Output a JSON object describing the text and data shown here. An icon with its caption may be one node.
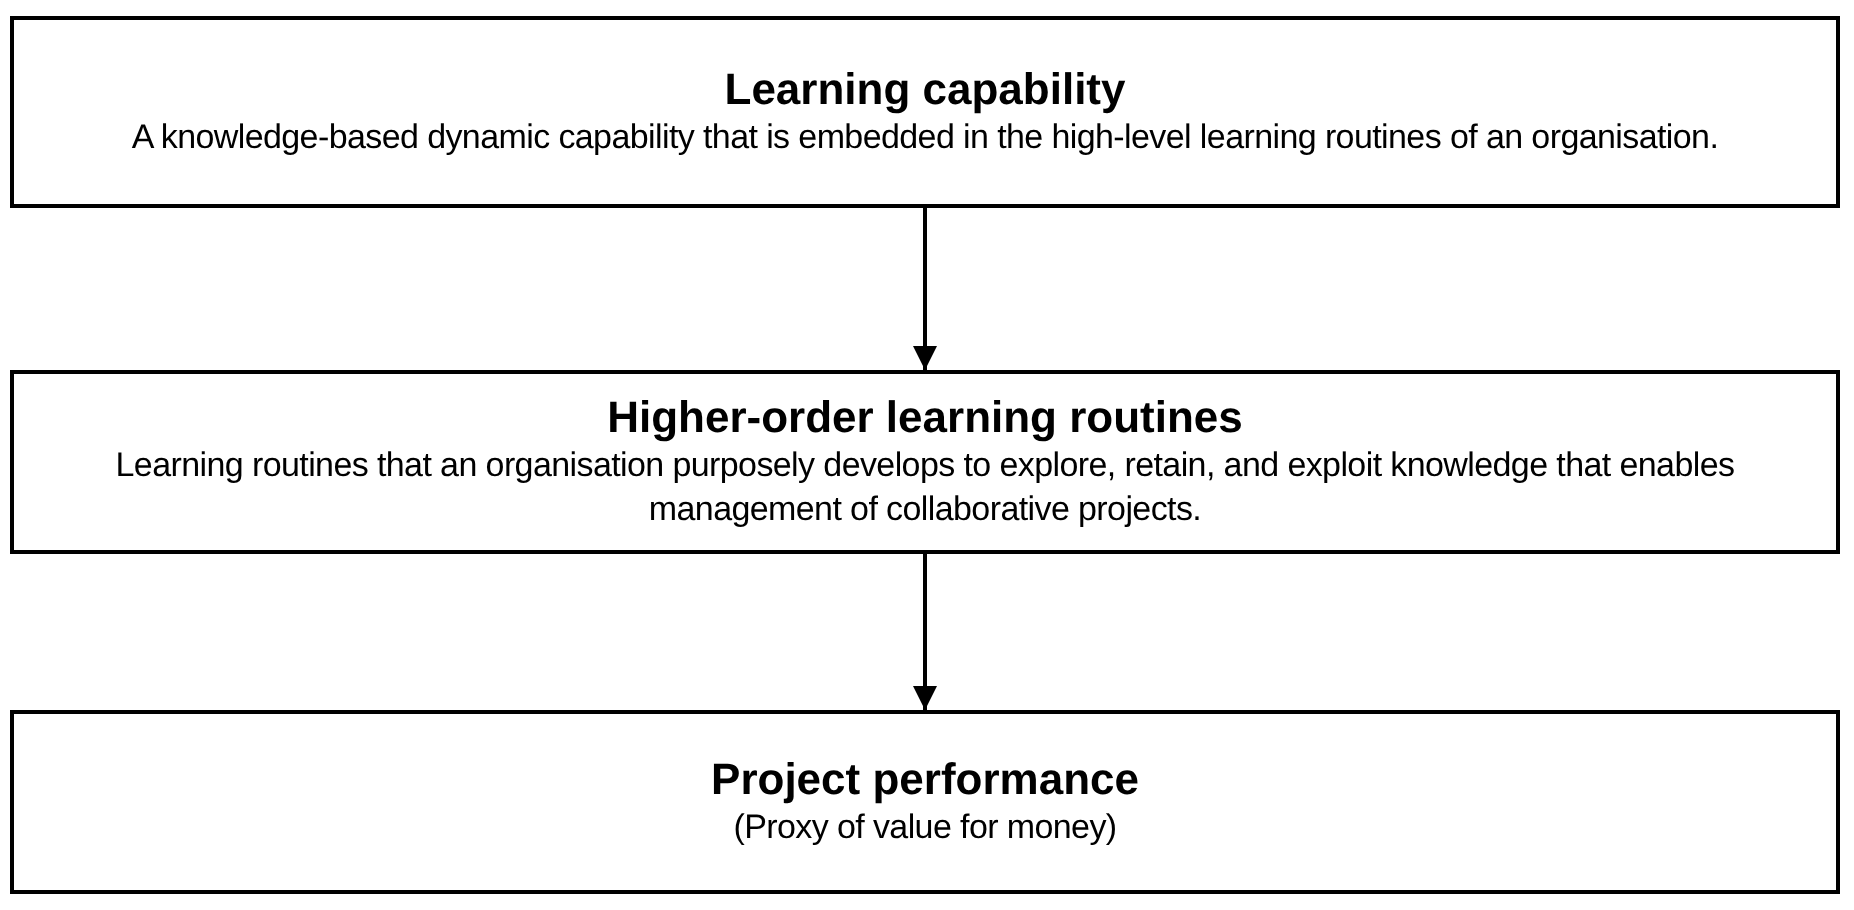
{
  "diagram": {
    "nodes": [
      {
        "text": [
          "Learning capability",
          "A knowledge-based dynamic capability that is embedded in the high-level learning routines of an organisation."
        ]
      },
      {
        "text": [
          "Higher-order learning routines",
          "Learning routines that an organisation purposely develops to explore, retain, and exploit knowledge that enables management of collaborative projects."
        ]
      },
      {
        "text": [
          "Project performance",
          "(Proxy of value for money)"
        ]
      }
    ],
    "edges": [
      {
        "from": 0,
        "to": 1,
        "arrow": "to"
      },
      {
        "from": 1,
        "to": 2,
        "arrow": "to"
      }
    ]
  }
}
